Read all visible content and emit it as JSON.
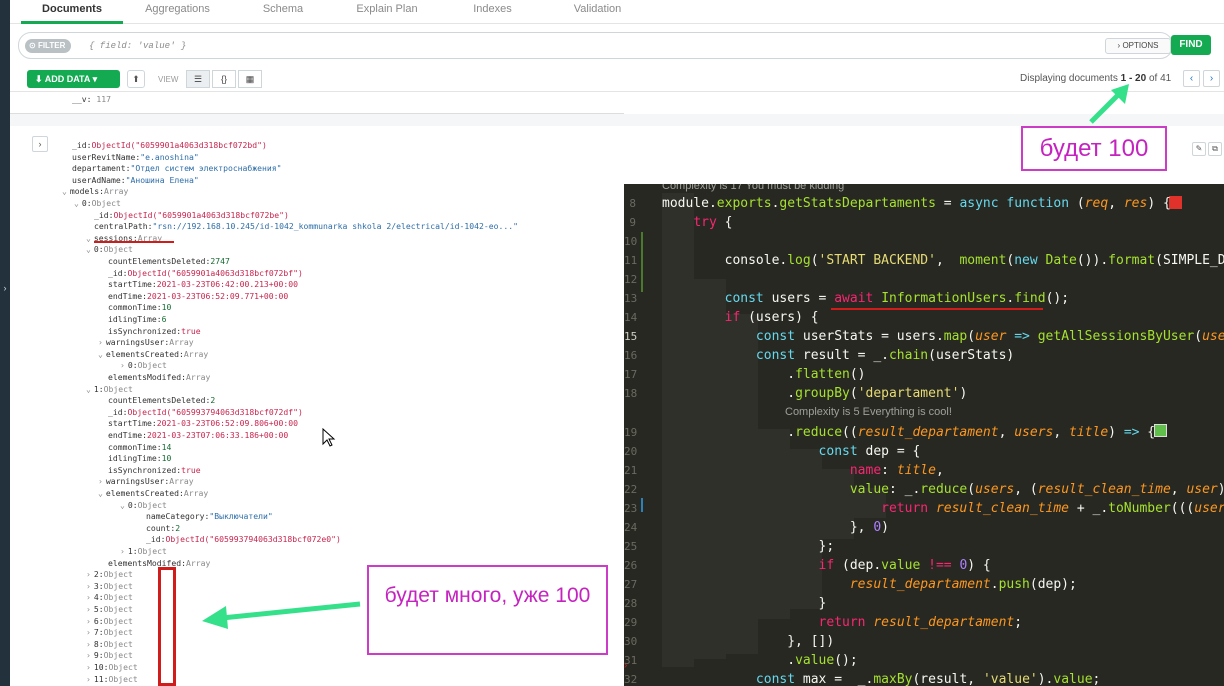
{
  "tabs": [
    "Documents",
    "Aggregations",
    "Schema",
    "Explain Plan",
    "Indexes",
    "Validation"
  ],
  "filter": {
    "pill": "FILTER",
    "placeholder": "{ field: 'value' }",
    "options": "OPTIONS",
    "find": "FIND"
  },
  "toolbar": {
    "add_data": "ADD DATA",
    "view_label": "VIEW",
    "displaying_prefix": "Displaying documents",
    "range": "1 - 20",
    "of_label": "of 41"
  },
  "top_line": {
    "key": "__v:",
    "value": "117"
  },
  "document_lines": [
    {
      "indent": 0,
      "arrow": "",
      "key": "_id:",
      "val": "ObjectId(\"6059901a4063d318bcf072bd\")",
      "cls": "v"
    },
    {
      "indent": 0,
      "arrow": "",
      "key": "userRevitName:",
      "val": "\"e.anoshina\"",
      "cls": "s"
    },
    {
      "indent": 0,
      "arrow": "",
      "key": "departament:",
      "val": "\"Отдел систем электроснабжения\"",
      "cls": "s"
    },
    {
      "indent": 0,
      "arrow": "",
      "key": "userAdName:",
      "val": "\"Аношина Елена\"",
      "cls": "s"
    },
    {
      "indent": -1,
      "arrow": "⌄",
      "key": "models:",
      "val": "Array",
      "cls": "t"
    },
    {
      "indent": 1,
      "arrow": "⌄",
      "key": "0:",
      "val": "Object",
      "cls": "t"
    },
    {
      "indent": 2,
      "arrow": "",
      "key": "_id:",
      "val": "ObjectId(\"6059901a4063d318bcf072be\")",
      "cls": "v"
    },
    {
      "indent": 2,
      "arrow": "",
      "key": "centralPath:",
      "val": "\"rsn://192.168.10.245/id-1042_kommunarka shkola 2/electrical/id-1042-eo...\"",
      "cls": "s"
    },
    {
      "indent": 2,
      "arrow": "⌄",
      "key": "sessions:",
      "val": "Array",
      "cls": "t"
    },
    {
      "indent": 3,
      "arrow": "⌄",
      "key": "0:",
      "val": "Object",
      "cls": "t"
    },
    {
      "indent": 4,
      "arrow": "",
      "key": "countElementsDeleted:",
      "val": "2747",
      "cls": "n"
    },
    {
      "indent": 4,
      "arrow": "",
      "key": "_id:",
      "val": "ObjectId(\"6059901a4063d318bcf072bf\")",
      "cls": "v"
    },
    {
      "indent": 4,
      "arrow": "",
      "key": "startTime:",
      "val": "2021-03-23T06:42:00.213+00:00",
      "cls": "v"
    },
    {
      "indent": 4,
      "arrow": "",
      "key": "endTime:",
      "val": "2021-03-23T06:52:09.771+00:00",
      "cls": "v"
    },
    {
      "indent": 4,
      "arrow": "",
      "key": "commonTime:",
      "val": "10",
      "cls": "n"
    },
    {
      "indent": 4,
      "arrow": "",
      "key": "idlingTime:",
      "val": "6",
      "cls": "n"
    },
    {
      "indent": 4,
      "arrow": "",
      "key": "isSynchronized:",
      "val": "true",
      "cls": "v"
    },
    {
      "indent": 4,
      "arrow": "›",
      "key": "warningsUser:",
      "val": "Array",
      "cls": "t"
    },
    {
      "indent": 4,
      "arrow": "⌄",
      "key": "elementsCreated:",
      "val": "Array",
      "cls": "t"
    },
    {
      "indent": 5,
      "arrow": "›",
      "key": "0:",
      "val": "Object",
      "cls": "t"
    },
    {
      "indent": 4,
      "arrow": "",
      "key": "elementsModifed:",
      "val": "Array",
      "cls": "t"
    },
    {
      "indent": 3,
      "arrow": "⌄",
      "key": "1:",
      "val": "Object",
      "cls": "t"
    },
    {
      "indent": 4,
      "arrow": "",
      "key": "countElementsDeleted:",
      "val": "2",
      "cls": "n"
    },
    {
      "indent": 4,
      "arrow": "",
      "key": "_id:",
      "val": "ObjectId(\"605993794063d318bcf072df\")",
      "cls": "v"
    },
    {
      "indent": 4,
      "arrow": "",
      "key": "startTime:",
      "val": "2021-03-23T06:52:09.806+00:00",
      "cls": "v"
    },
    {
      "indent": 4,
      "arrow": "",
      "key": "endTime:",
      "val": "2021-03-23T07:06:33.186+00:00",
      "cls": "v"
    },
    {
      "indent": 4,
      "arrow": "",
      "key": "commonTime:",
      "val": "14",
      "cls": "n"
    },
    {
      "indent": 4,
      "arrow": "",
      "key": "idlingTime:",
      "val": "10",
      "cls": "n"
    },
    {
      "indent": 4,
      "arrow": "",
      "key": "isSynchronized:",
      "val": "true",
      "cls": "v"
    },
    {
      "indent": 4,
      "arrow": "›",
      "key": "warningsUser:",
      "val": "Array",
      "cls": "t"
    },
    {
      "indent": 4,
      "arrow": "⌄",
      "key": "elementsCreated:",
      "val": "Array",
      "cls": "t"
    },
    {
      "indent": 5,
      "arrow": "⌄",
      "key": "0:",
      "val": "Object",
      "cls": "t"
    },
    {
      "indent": 6,
      "arrow": "",
      "key": "nameCategory:",
      "val": "\"Выключатели\"",
      "cls": "s"
    },
    {
      "indent": 6,
      "arrow": "",
      "key": "count:",
      "val": "2",
      "cls": "n"
    },
    {
      "indent": 6,
      "arrow": "",
      "key": "_id:",
      "val": "ObjectId(\"605993794063d318bcf072e0\")",
      "cls": "v"
    },
    {
      "indent": 5,
      "arrow": "›",
      "key": "1:",
      "val": "Object",
      "cls": "t"
    },
    {
      "indent": 4,
      "arrow": "",
      "key": "elementsModifed:",
      "val": "Array",
      "cls": "t"
    },
    {
      "indent": 3,
      "arrow": "›",
      "key": "2:",
      "val": "Object",
      "cls": "t"
    },
    {
      "indent": 3,
      "arrow": "›",
      "key": "3:",
      "val": "Object",
      "cls": "t"
    },
    {
      "indent": 3,
      "arrow": "›",
      "key": "4:",
      "val": "Object",
      "cls": "t"
    },
    {
      "indent": 3,
      "arrow": "›",
      "key": "5:",
      "val": "Object",
      "cls": "t"
    },
    {
      "indent": 3,
      "arrow": "›",
      "key": "6:",
      "val": "Object",
      "cls": "t"
    },
    {
      "indent": 3,
      "arrow": "›",
      "key": "7:",
      "val": "Object",
      "cls": "t"
    },
    {
      "indent": 3,
      "arrow": "›",
      "key": "8:",
      "val": "Object",
      "cls": "t"
    },
    {
      "indent": 3,
      "arrow": "›",
      "key": "9:",
      "val": "Object",
      "cls": "t"
    },
    {
      "indent": 3,
      "arrow": "›",
      "key": "10:",
      "val": "Object",
      "cls": "t"
    },
    {
      "indent": 3,
      "arrow": "›",
      "key": "11:",
      "val": "Object",
      "cls": "t"
    }
  ],
  "annotations": {
    "a1": "будет 100",
    "a2": "будет много, уже 100"
  },
  "editor": {
    "hint_top": "Complexity is 17 You must be kidding",
    "hint_mid": "Complexity is 5 Everything is cool!",
    "line_numbers": [
      "8",
      "9",
      "10",
      "11",
      "12",
      "13",
      "14",
      "15",
      "16",
      "17",
      "18",
      "",
      "19",
      "20",
      "21",
      "22",
      "23",
      "24",
      "25",
      "26",
      "27",
      "28",
      "29",
      "30",
      "31",
      "32"
    ],
    "lines": [
      [
        [
          "pl",
          "module."
        ],
        [
          "fn",
          "exports"
        ],
        [
          "pl",
          "."
        ],
        [
          "fn",
          "getStatsDepartaments"
        ],
        [
          "pl",
          " = "
        ],
        [
          "kw",
          "async"
        ],
        [
          "pl",
          " "
        ],
        [
          "kw",
          "function"
        ],
        [
          "pl",
          " ("
        ],
        [
          "prm",
          "req"
        ],
        [
          "pl",
          ", "
        ],
        [
          "prm",
          "res"
        ],
        [
          "pl",
          ") {"
        ]
      ],
      [
        [
          "pl",
          "    "
        ],
        [
          "kwp",
          "try"
        ],
        [
          "pl",
          " {"
        ]
      ],
      [],
      [
        [
          "pl",
          "        console."
        ],
        [
          "fn",
          "log"
        ],
        [
          "pl",
          "("
        ],
        [
          "str",
          "'START BACKEND'"
        ],
        [
          "pl",
          ",  "
        ],
        [
          "fn",
          "moment"
        ],
        [
          "pl",
          "("
        ],
        [
          "kw",
          "new"
        ],
        [
          "pl",
          " "
        ],
        [
          "fn",
          "Date"
        ],
        [
          "pl",
          "())."
        ],
        [
          "fn",
          "format"
        ],
        [
          "pl",
          "(SIMPLE_DA"
        ]
      ],
      [],
      [
        [
          "pl",
          "        "
        ],
        [
          "kw",
          "const"
        ],
        [
          "pl",
          " users = "
        ],
        [
          "kwp",
          "await"
        ],
        [
          "pl",
          " "
        ],
        [
          "fn",
          "InformationUsers"
        ],
        [
          "pl",
          "."
        ],
        [
          "fn",
          "find"
        ],
        [
          "pl",
          "();"
        ]
      ],
      [
        [
          "pl",
          "        "
        ],
        [
          "kwp",
          "if"
        ],
        [
          "pl",
          " (users) {"
        ]
      ],
      [
        [
          "pl",
          "            "
        ],
        [
          "kw",
          "const"
        ],
        [
          "pl",
          " userStats = users."
        ],
        [
          "fn",
          "map"
        ],
        [
          "pl",
          "("
        ],
        [
          "prm",
          "user"
        ],
        [
          "pl",
          " "
        ],
        [
          "kw",
          "=>"
        ],
        [
          "pl",
          " "
        ],
        [
          "fn",
          "getAllSessionsByUser"
        ],
        [
          "pl",
          "("
        ],
        [
          "prm",
          "user"
        ]
      ],
      [
        [
          "pl",
          "            "
        ],
        [
          "kw",
          "const"
        ],
        [
          "pl",
          " result = _."
        ],
        [
          "fn",
          "chain"
        ],
        [
          "pl",
          "(userStats)"
        ]
      ],
      [
        [
          "pl",
          "                ."
        ],
        [
          "fn",
          "flatten"
        ],
        [
          "pl",
          "()"
        ]
      ],
      [
        [
          "pl",
          "                ."
        ],
        [
          "fn",
          "groupBy"
        ],
        [
          "pl",
          "("
        ],
        [
          "str",
          "'departament'"
        ],
        [
          "pl",
          ")"
        ]
      ],
      [],
      [
        [
          "pl",
          "                ."
        ],
        [
          "fn",
          "reduce"
        ],
        [
          "pl",
          "(("
        ],
        [
          "prm",
          "result_departament"
        ],
        [
          "pl",
          ", "
        ],
        [
          "prm",
          "users"
        ],
        [
          "pl",
          ", "
        ],
        [
          "prm",
          "title"
        ],
        [
          "pl",
          ") "
        ],
        [
          "kw",
          "=>"
        ],
        [
          "pl",
          " {"
        ]
      ],
      [
        [
          "pl",
          "                    "
        ],
        [
          "kw",
          "const"
        ],
        [
          "pl",
          " dep = {"
        ]
      ],
      [
        [
          "pl",
          "                        "
        ],
        [
          "kwp",
          "name"
        ],
        [
          "pl",
          ": "
        ],
        [
          "prm",
          "title"
        ],
        [
          "pl",
          ","
        ]
      ],
      [
        [
          "pl",
          "                        "
        ],
        [
          "fn",
          "value"
        ],
        [
          "pl",
          ": _."
        ],
        [
          "fn",
          "reduce"
        ],
        [
          "pl",
          "("
        ],
        [
          "prm",
          "users"
        ],
        [
          "pl",
          ", ("
        ],
        [
          "prm",
          "result_clean_time"
        ],
        [
          "pl",
          ", "
        ],
        [
          "prm",
          "user"
        ],
        [
          "pl",
          ")"
        ]
      ],
      [
        [
          "pl",
          "                            "
        ],
        [
          "kwp",
          "return"
        ],
        [
          "pl",
          " "
        ],
        [
          "prm",
          "result_clean_time"
        ],
        [
          "pl",
          " + _."
        ],
        [
          "fn",
          "toNumber"
        ],
        [
          "pl",
          "((("
        ],
        [
          "prm",
          "user"
        ],
        [
          "pl",
          "."
        ]
      ],
      [
        [
          "pl",
          "                        }, "
        ],
        [
          "num",
          "0"
        ],
        [
          "pl",
          ")"
        ]
      ],
      [
        [
          "pl",
          "                    };"
        ]
      ],
      [
        [
          "pl",
          "                    "
        ],
        [
          "kwp",
          "if"
        ],
        [
          "pl",
          " (dep."
        ],
        [
          "fn",
          "value"
        ],
        [
          "pl",
          " "
        ],
        [
          "kwp",
          "!=="
        ],
        [
          "pl",
          " "
        ],
        [
          "num",
          "0"
        ],
        [
          "pl",
          ") {"
        ]
      ],
      [
        [
          "pl",
          "                        "
        ],
        [
          "prm",
          "result_departament"
        ],
        [
          "pl",
          "."
        ],
        [
          "fn",
          "push"
        ],
        [
          "pl",
          "(dep);"
        ]
      ],
      [
        [
          "pl",
          "                    }"
        ]
      ],
      [
        [
          "pl",
          "                    "
        ],
        [
          "kwp",
          "return"
        ],
        [
          "pl",
          " "
        ],
        [
          "prm",
          "result_departament"
        ],
        [
          "pl",
          ";"
        ]
      ],
      [
        [
          "pl",
          "                }, [])"
        ]
      ],
      [
        [
          "pl",
          "                ."
        ],
        [
          "fn",
          "value"
        ],
        [
          "pl",
          "();"
        ]
      ],
      [
        [
          "pl",
          "            "
        ],
        [
          "kw",
          "const"
        ],
        [
          "pl",
          " max =  _."
        ],
        [
          "fn",
          "maxBy"
        ],
        [
          "pl",
          "(result, "
        ],
        [
          "str",
          "'value'"
        ],
        [
          "pl",
          ")."
        ],
        [
          "fn",
          "value"
        ],
        [
          "pl",
          ";"
        ]
      ]
    ]
  },
  "colors": {
    "accent": "#13aa52",
    "annotation": "#c523c0",
    "underline": "#d11c1c",
    "editor_bg": "#272822"
  }
}
